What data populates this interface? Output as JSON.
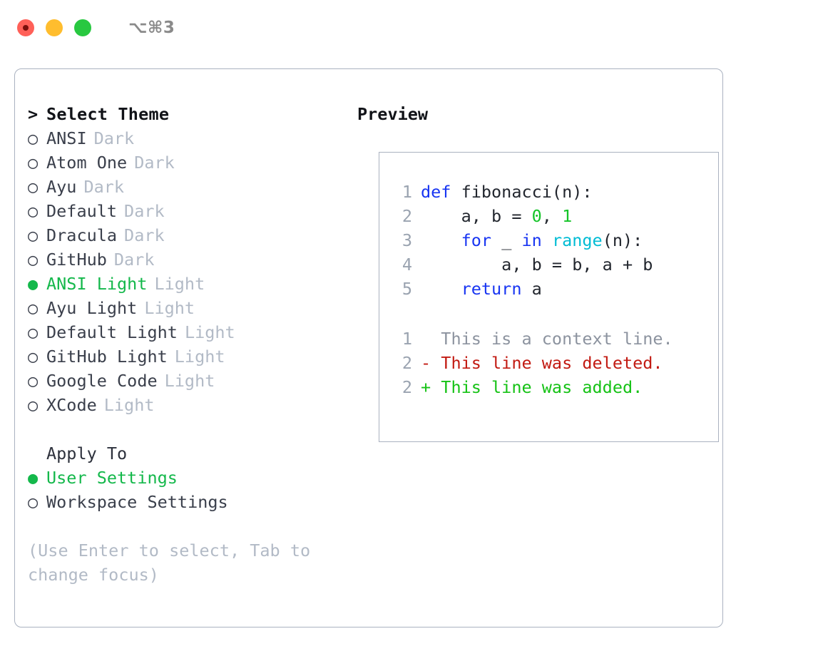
{
  "titlebar": {
    "traffic_lights": [
      "close",
      "minimize",
      "maximize"
    ],
    "shortcut": "⌥⌘3"
  },
  "theme_list": {
    "header": "Select Theme",
    "header_prefix": ">",
    "bullet_unselected": "○",
    "bullet_selected": "●",
    "items": [
      {
        "name": "ANSI",
        "tag": "Dark",
        "selected": false
      },
      {
        "name": "Atom One",
        "tag": "Dark",
        "selected": false
      },
      {
        "name": "Ayu",
        "tag": "Dark",
        "selected": false
      },
      {
        "name": "Default",
        "tag": "Dark",
        "selected": false
      },
      {
        "name": "Dracula",
        "tag": "Dark",
        "selected": false
      },
      {
        "name": "GitHub",
        "tag": "Dark",
        "selected": false
      },
      {
        "name": "ANSI Light",
        "tag": "Light",
        "selected": true
      },
      {
        "name": "Ayu Light",
        "tag": "Light",
        "selected": false
      },
      {
        "name": "Default Light",
        "tag": "Light",
        "selected": false
      },
      {
        "name": "GitHub Light",
        "tag": "Light",
        "selected": false
      },
      {
        "name": "Google Code",
        "tag": "Light",
        "selected": false
      },
      {
        "name": "XCode",
        "tag": "Light",
        "selected": false
      }
    ]
  },
  "apply_to": {
    "label": "Apply To",
    "options": [
      {
        "name": "User Settings",
        "selected": true
      },
      {
        "name": "Workspace Settings",
        "selected": false
      }
    ]
  },
  "hint": "(Use Enter to select, Tab to change focus)",
  "preview": {
    "title": "Preview",
    "code_lines": [
      {
        "number": "1",
        "tokens": [
          {
            "text": "def ",
            "style": "kw"
          },
          {
            "text": "fibonacci(n):",
            "style": "pln"
          }
        ]
      },
      {
        "number": "2",
        "tokens": [
          {
            "text": "    a, b = ",
            "style": "pln"
          },
          {
            "text": "0",
            "style": "num"
          },
          {
            "text": ", ",
            "style": "pln"
          },
          {
            "text": "1",
            "style": "num"
          }
        ]
      },
      {
        "number": "3",
        "tokens": [
          {
            "text": "    ",
            "style": "pln"
          },
          {
            "text": "for",
            "style": "kw"
          },
          {
            "text": " _ ",
            "style": "pln"
          },
          {
            "text": "in",
            "style": "kw"
          },
          {
            "text": " ",
            "style": "pln"
          },
          {
            "text": "range",
            "style": "fn"
          },
          {
            "text": "(n):",
            "style": "pln"
          }
        ]
      },
      {
        "number": "4",
        "tokens": [
          {
            "text": "        a, b = b, a + b",
            "style": "pln"
          }
        ]
      },
      {
        "number": "5",
        "tokens": [
          {
            "text": "    ",
            "style": "pln"
          },
          {
            "text": "return",
            "style": "kw"
          },
          {
            "text": " a",
            "style": "pln"
          }
        ]
      }
    ],
    "diff_lines": [
      {
        "number": "1",
        "marker": "  ",
        "text": "This is a context line.",
        "style": "ctx"
      },
      {
        "number": "2",
        "marker": "- ",
        "text": "This line was deleted.",
        "style": "del"
      },
      {
        "number": "2",
        "marker": "+ ",
        "text": "This line was added.",
        "style": "add"
      }
    ]
  },
  "colors": {
    "accent_green": "#14b84b",
    "keyword_blue": "#1835f2",
    "function_cyan": "#00bcd4",
    "number_green": "#14c428",
    "diff_delete": "#c21a12",
    "diff_add": "#15c215",
    "muted": "#b2bac6",
    "border": "#aab2c0"
  }
}
